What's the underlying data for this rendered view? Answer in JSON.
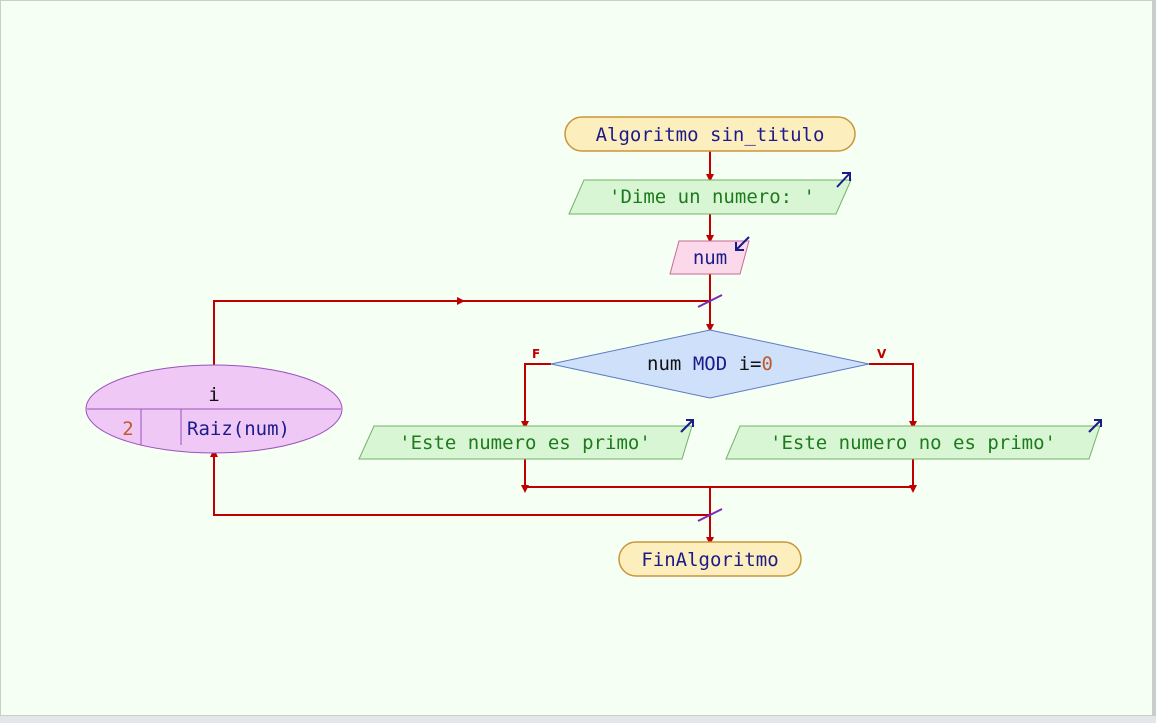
{
  "diagram": {
    "start": {
      "kw": "Algoritmo",
      "name": "sin_titulo"
    },
    "prompt_output": "'Dime un numero: '",
    "read_var": "num",
    "loop": {
      "var": "i",
      "from": "2",
      "to": "Raiz(num)"
    },
    "condition": {
      "lhs": "num",
      "op": "MOD",
      "var": "i",
      "eq": "=",
      "value": "0"
    },
    "false_label": "F",
    "true_label": "V",
    "output_false": "'Este numero es primo'",
    "output_true": "'Este numero no es primo'",
    "end": "FinAlgoritmo"
  },
  "colors": {
    "background": "#f5fff3",
    "flow_line": "#c00000",
    "terminal_fill": "#fdeebd",
    "io_fill": "#d9f6d4",
    "input_fill": "#fbd9ea",
    "decision_fill": "#cfe0fb",
    "loop_fill": "#efc8f6",
    "keyword_text": "#1b1b8a",
    "string_text": "#1d7a1d",
    "number_text": "#c05a2a"
  }
}
